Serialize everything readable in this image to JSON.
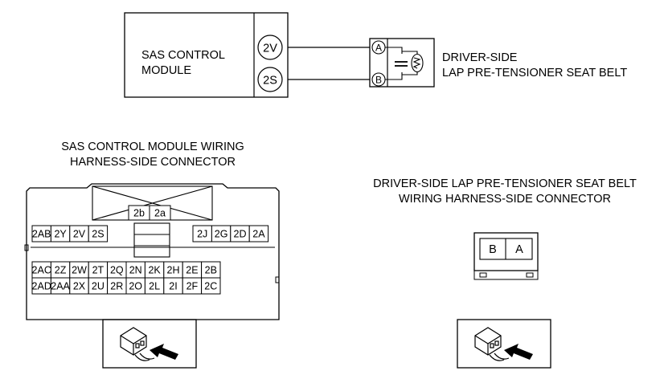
{
  "module": {
    "name_line1": "SAS CONTROL",
    "name_line2": "MODULE",
    "pins": [
      "2V",
      "2S"
    ]
  },
  "belt": {
    "terminals": [
      "A",
      "B"
    ],
    "name_line1": "DRIVER-SIDE",
    "name_line2": "LAP PRE-TENSIONER SEAT BELT"
  },
  "module_connector": {
    "title_line1": "SAS CONTROL MODULE WIRING",
    "title_line2": "HARNESS-SIDE CONNECTOR",
    "top_pins": [
      "2b",
      "2a"
    ],
    "row1_left": [
      "2AB",
      "2Y",
      "2V",
      "2S"
    ],
    "row1_right": [
      "2J",
      "2G",
      "2D",
      "2A"
    ],
    "row2": [
      "2AC",
      "2Z",
      "2W",
      "2T",
      "2Q",
      "2N",
      "2K",
      "2H",
      "2E",
      "2B"
    ],
    "row3": [
      "2AD",
      "2AA",
      "2X",
      "2U",
      "2R",
      "2O",
      "2L",
      "2I",
      "2F",
      "2C"
    ]
  },
  "belt_connector": {
    "title_line1": "DRIVER-SIDE LAP PRE-TENSIONER SEAT BELT",
    "title_line2": "WIRING HARNESS-SIDE CONNECTOR",
    "pins": [
      "B",
      "A"
    ]
  },
  "icons": [
    "connector-view-icon",
    "connector-view-icon"
  ]
}
